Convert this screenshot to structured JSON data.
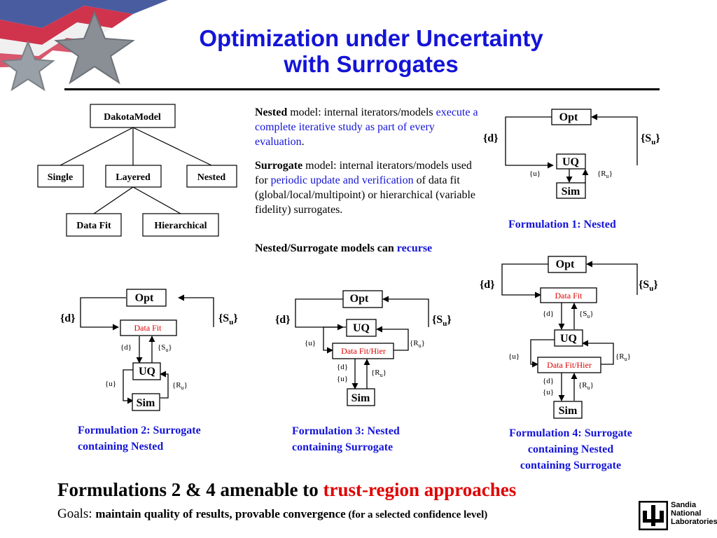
{
  "slide": {
    "title_line1": "Optimization under Uncertainty",
    "title_line2": "with Surrogates",
    "logo_text": [
      "Sandia",
      "National",
      "Laboratories"
    ]
  },
  "hierarchy": {
    "root": "DakotaModel",
    "children": [
      "Single",
      "Layered",
      "Nested"
    ],
    "grandchildren": [
      "Data Fit",
      "Hierarchical"
    ]
  },
  "text": {
    "nested_bold": "Nested",
    "nested_rest": " model: internal iterators/models ",
    "nested_blue": "execute a complete iterative study as part of every evaluation",
    "nested_end": ".",
    "surrogate_bold": "Surrogate",
    "surrogate_rest": " model: internal iterators/models used for ",
    "surrogate_blue": "periodic update and verification",
    "surrogate_end": " of data fit (global/local/multipoint) or hierarchical (variable fidelity) surrogates.",
    "recurse_black": "Nested/Surrogate models can ",
    "recurse_blue": "recurse"
  },
  "labels": {
    "opt": "Opt",
    "uq": "UQ",
    "sim": "Sim",
    "data_fit": "Data Fit",
    "data_fit_hier": "Data Fit/Hier",
    "d_big": "{d}",
    "su_big": "{Su}",
    "d_small": "{d}",
    "u_small": "{u}",
    "su_small": "{Su}",
    "ru_small": "{Ru}",
    "sub_u": "u"
  },
  "captions": {
    "f1": "Formulation 1: Nested",
    "f2_line1": "Formulation 2: Surrogate",
    "f2_line2": "containing Nested",
    "f3_line1": "Formulation 3: Nested",
    "f3_line2": "containing Surrogate",
    "f4_line1": "Formulation 4: Surrogate",
    "f4_line2": "containing Nested",
    "f4_line3": "containing Surrogate"
  },
  "bottom": {
    "black": "Formulations 2 & 4 amenable to ",
    "red": "trust-region approaches",
    "goals_label": "Goals: ",
    "goals_bold": "maintain quality of results, provable convergence",
    "goals_small": " (for a selected confidence level)"
  },
  "colors": {
    "title_blue": "#1414d8",
    "accent_red": "#e00000",
    "logo_star": "#8a8f96",
    "flag_red": "#c8102e",
    "flag_blue": "#2a3f8f"
  }
}
